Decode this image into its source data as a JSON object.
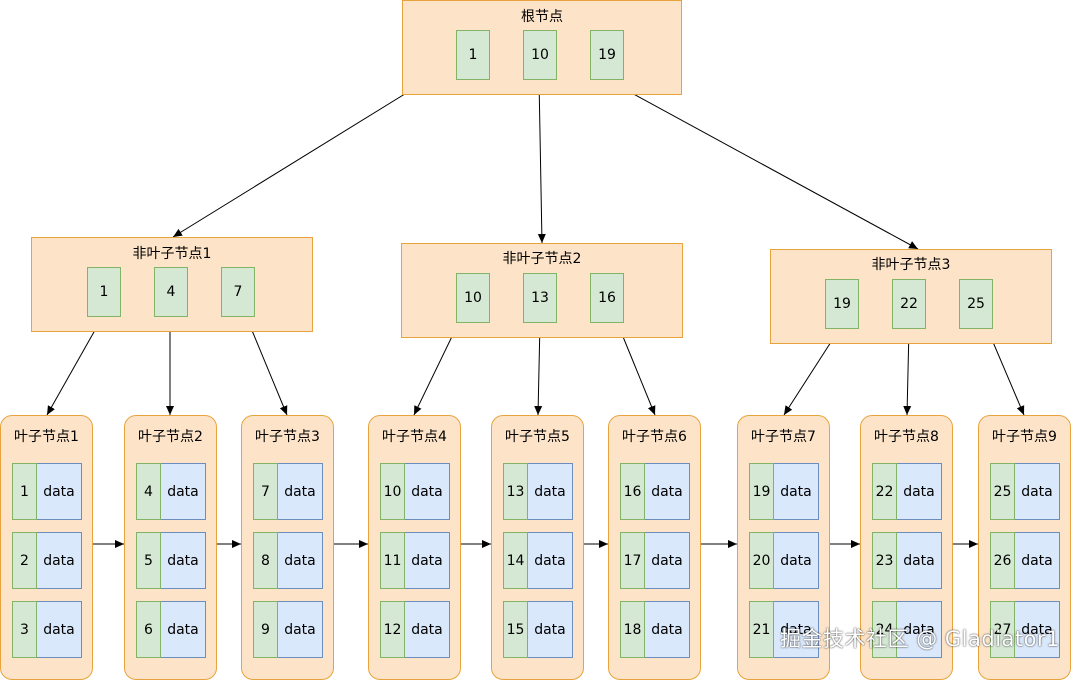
{
  "root": {
    "title": "根节点",
    "keys": [
      "1",
      "10",
      "19"
    ]
  },
  "internal": [
    {
      "title": "非叶子节点1",
      "keys": [
        "1",
        "4",
        "7"
      ]
    },
    {
      "title": "非叶子节点2",
      "keys": [
        "10",
        "13",
        "16"
      ]
    },
    {
      "title": "非叶子节点3",
      "keys": [
        "19",
        "22",
        "25"
      ]
    }
  ],
  "leaves": [
    {
      "title": "叶子节点1",
      "entries": [
        {
          "key": "1",
          "value": "data"
        },
        {
          "key": "2",
          "value": "data"
        },
        {
          "key": "3",
          "value": "data"
        }
      ]
    },
    {
      "title": "叶子节点2",
      "entries": [
        {
          "key": "4",
          "value": "data"
        },
        {
          "key": "5",
          "value": "data"
        },
        {
          "key": "6",
          "value": "data"
        }
      ]
    },
    {
      "title": "叶子节点3",
      "entries": [
        {
          "key": "7",
          "value": "data"
        },
        {
          "key": "8",
          "value": "data"
        },
        {
          "key": "9",
          "value": "data"
        }
      ]
    },
    {
      "title": "叶子节点4",
      "entries": [
        {
          "key": "10",
          "value": "data"
        },
        {
          "key": "11",
          "value": "data"
        },
        {
          "key": "12",
          "value": "data"
        }
      ]
    },
    {
      "title": "叶子节点5",
      "entries": [
        {
          "key": "13",
          "value": "data"
        },
        {
          "key": "14",
          "value": "data"
        },
        {
          "key": "15",
          "value": "data"
        }
      ]
    },
    {
      "title": "叶子节点6",
      "entries": [
        {
          "key": "16",
          "value": "data"
        },
        {
          "key": "17",
          "value": "data"
        },
        {
          "key": "18",
          "value": "data"
        }
      ]
    },
    {
      "title": "叶子节点7",
      "entries": [
        {
          "key": "19",
          "value": "data"
        },
        {
          "key": "20",
          "value": "data"
        },
        {
          "key": "21",
          "value": "data"
        }
      ]
    },
    {
      "title": "叶子节点8",
      "entries": [
        {
          "key": "22",
          "value": "data"
        },
        {
          "key": "23",
          "value": "data"
        },
        {
          "key": "24",
          "value": "data"
        }
      ]
    },
    {
      "title": "叶子节点9",
      "entries": [
        {
          "key": "25",
          "value": "data"
        },
        {
          "key": "26",
          "value": "data"
        },
        {
          "key": "27",
          "value": "data"
        }
      ]
    }
  ],
  "watermark": "掘金技术社区 @ Gladiator1",
  "colors": {
    "node_fill": "#fde4c8",
    "node_border": "#e8a33c",
    "key_fill": "#d5e8d4",
    "key_border": "#82b366",
    "data_fill": "#dae8fc",
    "data_border": "#6c8ebf"
  }
}
